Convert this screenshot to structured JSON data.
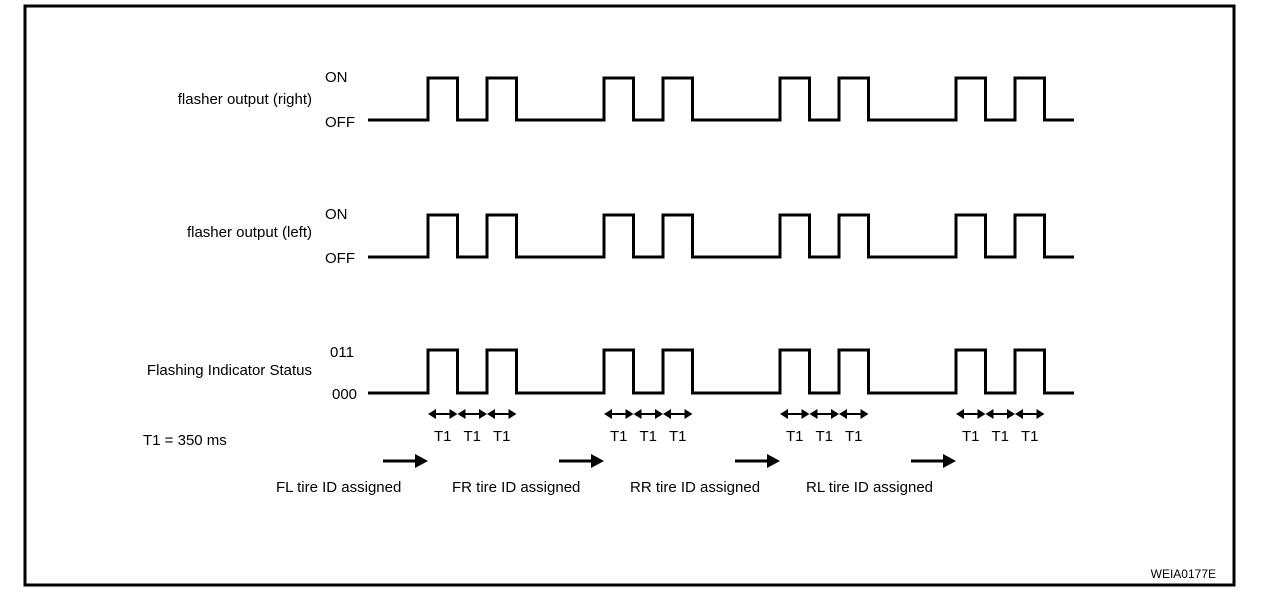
{
  "rows": [
    {
      "label": "flasher output (right)",
      "high": "ON",
      "low": "OFF"
    },
    {
      "label": "flasher output (left)",
      "high": "ON",
      "low": "OFF"
    },
    {
      "label": "Flashing Indicator Status",
      "high": "011",
      "low": "000"
    }
  ],
  "timing": {
    "legend": "T1 = 350 ms",
    "unit_label": "T1"
  },
  "groups": [
    {
      "caption": "FL tire ID assigned"
    },
    {
      "caption": "FR tire ID assigned"
    },
    {
      "caption": "RR tire ID assigned"
    },
    {
      "caption": "RL tire ID assigned"
    }
  ],
  "pattern": {
    "pulses_per_group": 2,
    "intervals_per_group": 3,
    "sequence": [
      "high",
      "low",
      "high"
    ]
  },
  "code": "WEIA0177E",
  "colors": {
    "line": "#000000",
    "background": "#ffffff"
  }
}
